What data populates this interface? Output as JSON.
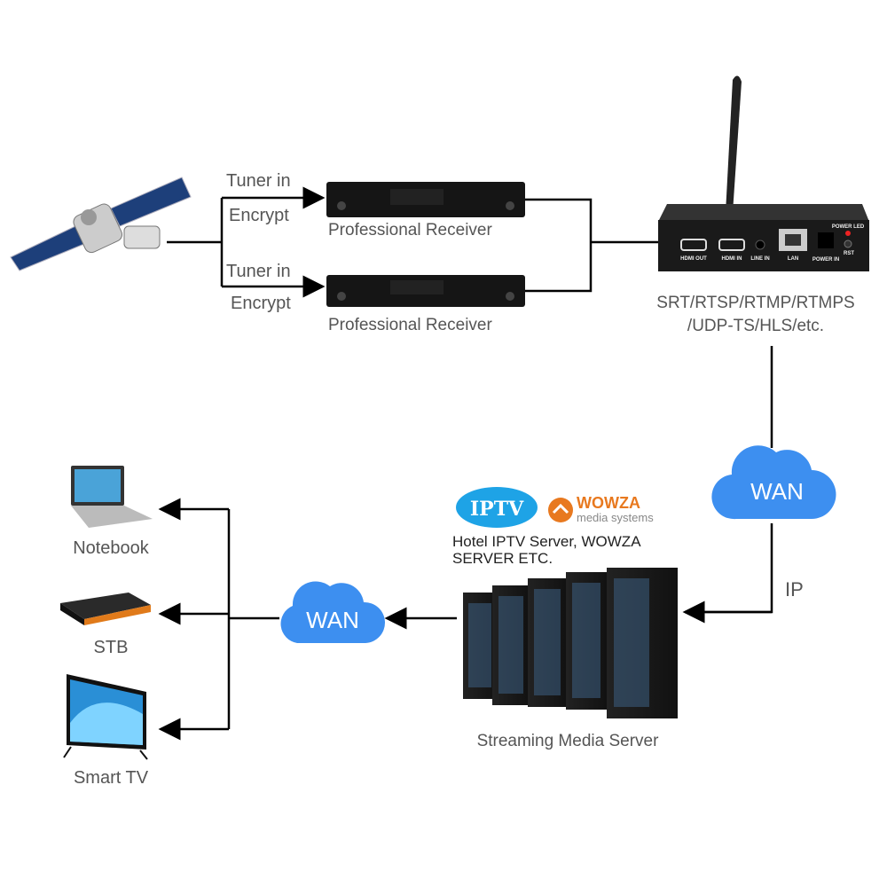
{
  "labels": {
    "tuner1": "Tuner in",
    "encrypt1": "Encrypt",
    "tuner2": "Tuner in",
    "encrypt2": "Encrypt",
    "receiver1": "Professional Receiver",
    "receiver2": "Professional Receiver",
    "protocols_line1": "SRT/RTSP/RTMP/RTMPS",
    "protocols_line2": "/UDP-TS/HLS/etc.",
    "wan_top": "WAN",
    "ip": "IP",
    "wan_bottom": "WAN",
    "server_desc_line1": "Hotel IPTV Server, WOWZA",
    "server_desc_line2": "SERVER ETC.",
    "streaming_server": "Streaming Media Server",
    "notebook": "Notebook",
    "stb": "STB",
    "smart_tv": "Smart TV"
  },
  "logos": {
    "iptv": "IPTV",
    "wowza": "WOWZA",
    "wowza_sub": "media systems"
  },
  "encoder_ports": [
    "HDMI OUT",
    "HDMI IN",
    "LINE IN",
    "LAN",
    "POWER IN",
    "POWER LED",
    "RST"
  ],
  "colors": {
    "cloud": "#3d8ff0",
    "iptv": "#1ea3e6",
    "wowza": "#e8791f",
    "line": "#000000",
    "text": "#555555"
  }
}
